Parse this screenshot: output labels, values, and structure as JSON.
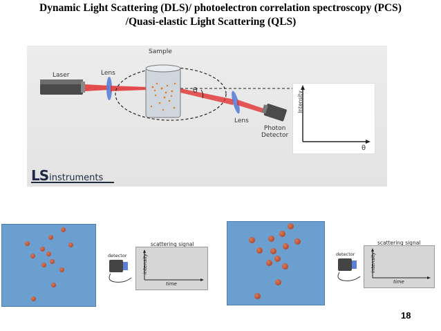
{
  "title": {
    "line1": "Dynamic Light Scattering (DLS)/ photoelectron correlation spectroscopy (PCS)",
    "line2": "/Quasi-elastic Light Scattering (QLS)"
  },
  "diagram": {
    "laser_label": "Laser",
    "lens1_label": "Lens",
    "sample_label": "Sample",
    "lens2_label": "Lens",
    "detector_label_1": "Photon",
    "detector_label_2": "Detector",
    "theta_label": "θ",
    "plot_y_label": "Intensity",
    "plot_x_label": "θ",
    "logo_main": "LS",
    "logo_sub": "instruments",
    "colors": {
      "beam": "#e23030",
      "lens": "#5b7fd6"
    }
  },
  "left_demo": {
    "detector_label": "detector",
    "signal_title": "scattering signal",
    "y_label": "intensity",
    "x_label": "time",
    "particle_size": "small"
  },
  "right_demo": {
    "detector_label": "detector",
    "signal_title": "scattering signal",
    "y_label": "intensity",
    "x_label": "time",
    "particle_size": "large"
  },
  "page_number": "18",
  "colors": {
    "water": "#6a9fd0",
    "particle": "#a2381f",
    "signal_bg": "#d6d6d6"
  }
}
